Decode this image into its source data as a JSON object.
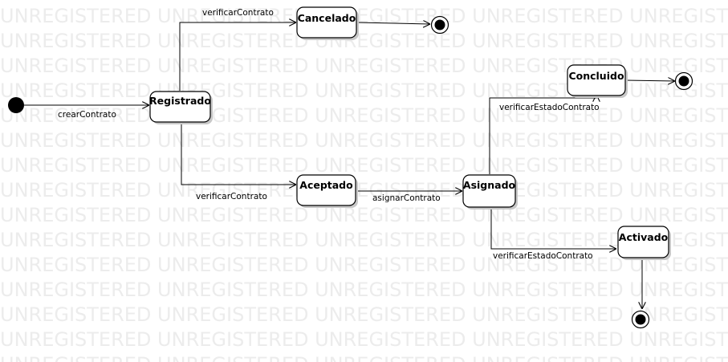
{
  "watermark": {
    "text": "UNREGISTERED"
  },
  "states": {
    "registrado": "Registrado",
    "cancelado": "Cancelado",
    "aceptado": "Aceptado",
    "asignado": "Asignado",
    "concluido": "Concluido",
    "activado": "Activado"
  },
  "transitions": {
    "crear_contrato": "crearContrato",
    "verificar_contrato_top": "verificarContrato",
    "verificar_contrato_bottom": "verificarContrato",
    "asignar_contrato": "asignarContrato",
    "verificar_estado_top": "verificarEstadoContrato",
    "verificar_estado_bottom": "verificarEstadoContrato"
  },
  "colors": {
    "line": "#000000",
    "watermark": "#ececec",
    "shadow": "#c8c8c8"
  }
}
